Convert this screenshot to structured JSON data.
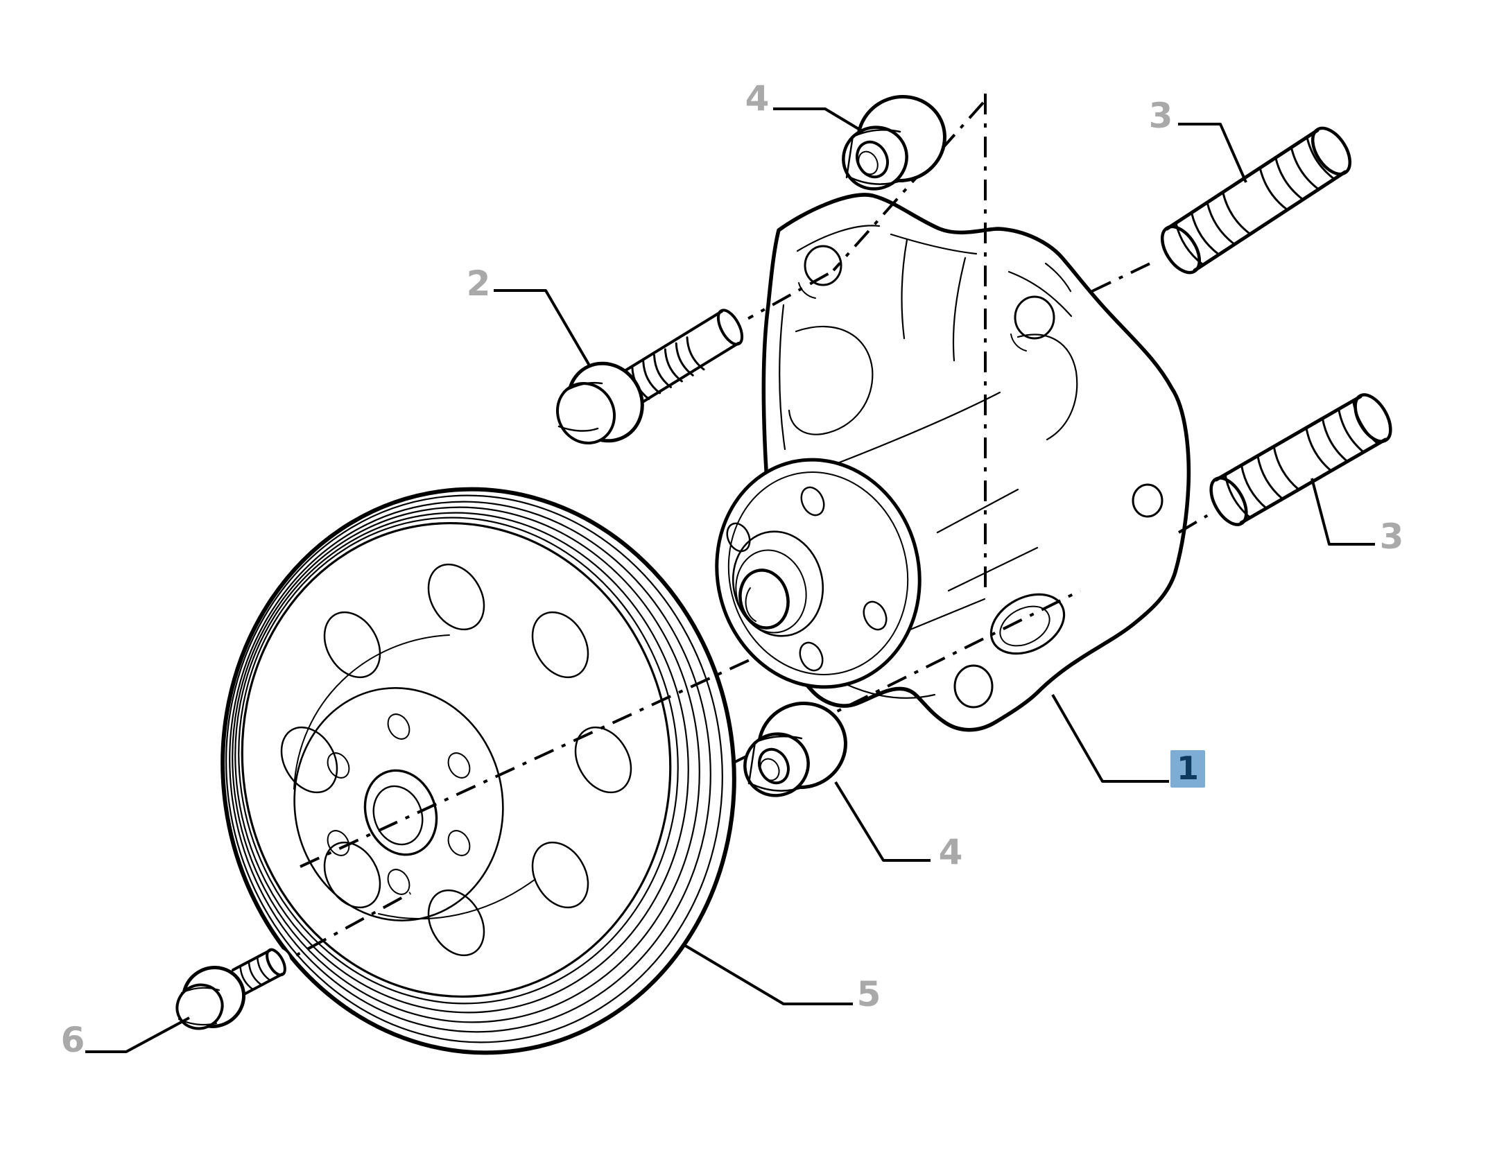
{
  "figure": {
    "background_color": "#ffffff",
    "line_color": "#000000",
    "callout_text_color": "#a9a9a9",
    "selected_callout": {
      "value": "1",
      "box_color": "#7dadd4",
      "text_color": "#0d3a5e"
    }
  },
  "callouts": {
    "c1": "1",
    "c2": "2",
    "c3_upper": "3",
    "c3_lower": "3",
    "c4_upper": "4",
    "c4_lower": "4",
    "c5": "5",
    "c6": "6"
  }
}
